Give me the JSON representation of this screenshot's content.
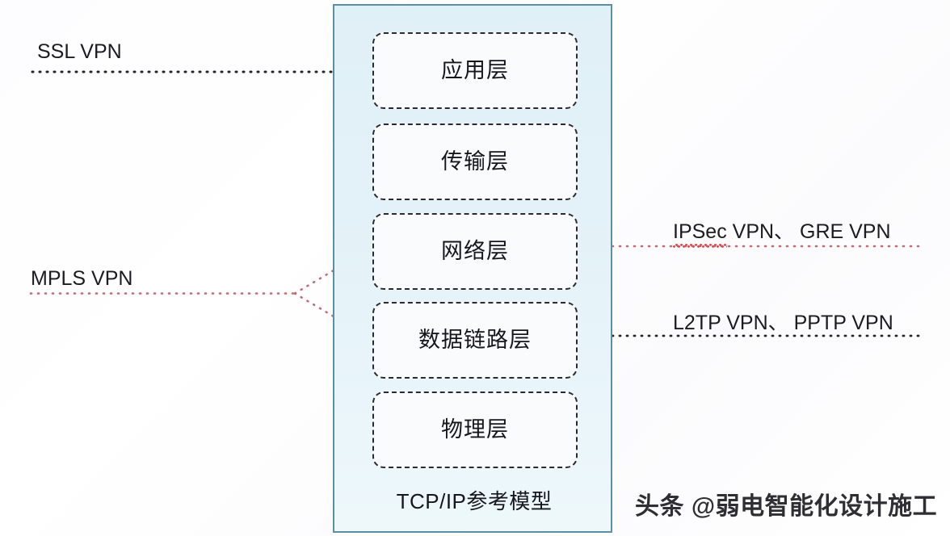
{
  "diagram": {
    "model": {
      "caption": "TCP/IP参考模型",
      "layers": [
        {
          "label": "应用层"
        },
        {
          "label": "传输层"
        },
        {
          "label": "网络层"
        },
        {
          "label": "数据链路层"
        },
        {
          "label": "物理层"
        }
      ]
    },
    "annotations": {
      "ssl": "SSL VPN",
      "mpls": "MPLS VPN",
      "ipsec_prefix": "IPSec",
      "ipsec_rest": " VPN、 GRE VPN",
      "l2tp": "L2TP VPN、 PPTP VPN"
    },
    "watermark": "头条 @弱电智能化设计施工",
    "colors": {
      "container_fill": "#e3f2f8",
      "container_border": "#5d8fa3",
      "layer_border": "#2a2a33",
      "layer_fill": "#fafbfc",
      "connector_dark": "#23232b",
      "connector_red": "#c06a74",
      "text": "#16161c",
      "squiggle": "#e0484f"
    }
  }
}
